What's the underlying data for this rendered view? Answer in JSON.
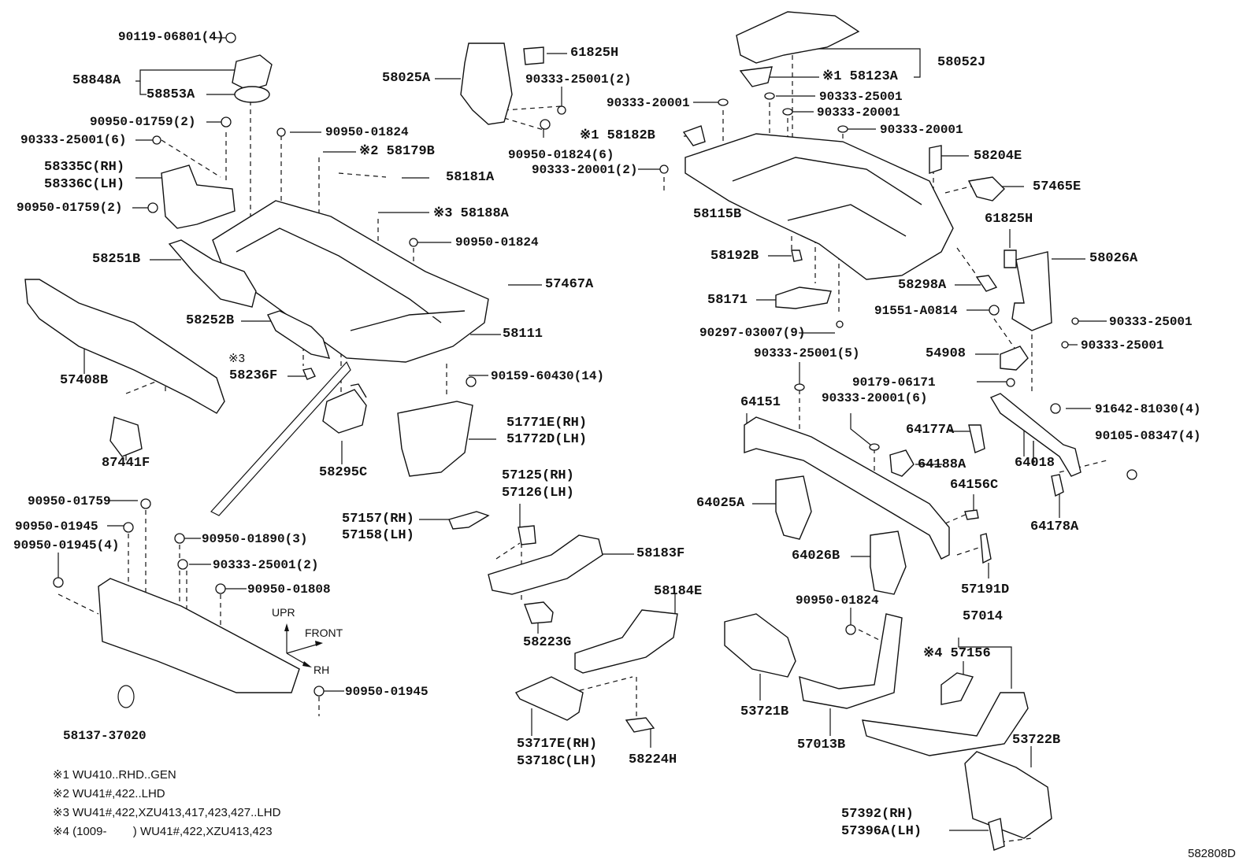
{
  "diagram": {
    "reference_code": "582808D",
    "labels": [
      {
        "id": "l01",
        "text": "90119-06801(4)"
      },
      {
        "id": "l02",
        "text": "58848A"
      },
      {
        "id": "l03",
        "text": "58853A"
      },
      {
        "id": "l04",
        "text": "90950-01759(2)"
      },
      {
        "id": "l05",
        "text": "90333-25001(6)"
      },
      {
        "id": "l06",
        "text": "58335C(RH)"
      },
      {
        "id": "l07",
        "text": "58336C(LH)"
      },
      {
        "id": "l08",
        "text": "90950-01759(2)"
      },
      {
        "id": "l09",
        "text": "90950-01824"
      },
      {
        "id": "l10",
        "text": "※2 58179B"
      },
      {
        "id": "l11",
        "text": "58181A"
      },
      {
        "id": "l12",
        "text": "※3 58188A"
      },
      {
        "id": "l13",
        "text": "90950-01824"
      },
      {
        "id": "l14",
        "text": "57467A"
      },
      {
        "id": "l15",
        "text": "58111"
      },
      {
        "id": "l16",
        "text": "58251B"
      },
      {
        "id": "l17",
        "text": "58252B"
      },
      {
        "id": "l18",
        "text": "※3"
      },
      {
        "id": "l19",
        "text": "58236F"
      },
      {
        "id": "l20",
        "text": "57408B"
      },
      {
        "id": "l21",
        "text": "87441F"
      },
      {
        "id": "l22",
        "text": "58295C"
      },
      {
        "id": "l23",
        "text": "58025A"
      },
      {
        "id": "l24",
        "text": "61825H"
      },
      {
        "id": "l25",
        "text": "90333-25001(2)"
      },
      {
        "id": "l26",
        "text": "90950-01824(6)"
      },
      {
        "id": "l27",
        "text": "90333-20001(2)"
      },
      {
        "id": "l28",
        "text": "90333-20001"
      },
      {
        "id": "l29",
        "text": "※1 58182B"
      },
      {
        "id": "l30",
        "text": "58052J"
      },
      {
        "id": "l31",
        "text": "※1 58123A"
      },
      {
        "id": "l32",
        "text": "90333-25001"
      },
      {
        "id": "l33",
        "text": "90333-20001"
      },
      {
        "id": "l34",
        "text": "90333-20001"
      },
      {
        "id": "l35",
        "text": "58204E"
      },
      {
        "id": "l36",
        "text": "57465E"
      },
      {
        "id": "l37",
        "text": "58115B"
      },
      {
        "id": "l38",
        "text": "61825H"
      },
      {
        "id": "l39",
        "text": "58026A"
      },
      {
        "id": "l40",
        "text": "58192B"
      },
      {
        "id": "l41",
        "text": "58298A"
      },
      {
        "id": "l42",
        "text": "58171"
      },
      {
        "id": "l43",
        "text": "91551-A0814"
      },
      {
        "id": "l44",
        "text": "90333-25001"
      },
      {
        "id": "l45",
        "text": "90297-03007(9)"
      },
      {
        "id": "l46",
        "text": "90333-25001"
      },
      {
        "id": "l47",
        "text": "90333-25001(5)"
      },
      {
        "id": "l48",
        "text": "54908"
      },
      {
        "id": "l49",
        "text": "90179-06171"
      },
      {
        "id": "l50",
        "text": "64151"
      },
      {
        "id": "l51",
        "text": "90333-20001(6)"
      },
      {
        "id": "l52",
        "text": "91642-81030(4)"
      },
      {
        "id": "l53",
        "text": "64177A"
      },
      {
        "id": "l54",
        "text": "90105-08347(4)"
      },
      {
        "id": "l55",
        "text": "64018"
      },
      {
        "id": "l56",
        "text": "64188A"
      },
      {
        "id": "l57",
        "text": "64156C"
      },
      {
        "id": "l58",
        "text": "64025A"
      },
      {
        "id": "l59",
        "text": "64178A"
      },
      {
        "id": "l60",
        "text": "64026B"
      },
      {
        "id": "l61",
        "text": "57191D"
      },
      {
        "id": "l62",
        "text": "90159-60430(14)"
      },
      {
        "id": "l63",
        "text": "51771E(RH)"
      },
      {
        "id": "l64",
        "text": "51772D(LH)"
      },
      {
        "id": "l65",
        "text": "57125(RH)"
      },
      {
        "id": "l66",
        "text": "57126(LH)"
      },
      {
        "id": "l67",
        "text": "57157(RH)"
      },
      {
        "id": "l68",
        "text": "57158(LH)"
      },
      {
        "id": "l69",
        "text": "58183F"
      },
      {
        "id": "l70",
        "text": "58184E"
      },
      {
        "id": "l71",
        "text": "58223G"
      },
      {
        "id": "l72",
        "text": "53717E(RH)"
      },
      {
        "id": "l73",
        "text": "53718C(LH)"
      },
      {
        "id": "l74",
        "text": "58224H"
      },
      {
        "id": "l75",
        "text": "90950-01759"
      },
      {
        "id": "l76",
        "text": "90950-01945"
      },
      {
        "id": "l77",
        "text": "90950-01945(4)"
      },
      {
        "id": "l78",
        "text": "90950-01890(3)"
      },
      {
        "id": "l79",
        "text": "90333-25001(2)"
      },
      {
        "id": "l80",
        "text": "90950-01808"
      },
      {
        "id": "l81",
        "text": "90950-01945"
      },
      {
        "id": "l82",
        "text": "58137-37020"
      },
      {
        "id": "l83",
        "text": "90950-01824"
      },
      {
        "id": "l84",
        "text": "57014"
      },
      {
        "id": "l85",
        "text": "※4 57156"
      },
      {
        "id": "l86",
        "text": "53721B"
      },
      {
        "id": "l87",
        "text": "57013B"
      },
      {
        "id": "l88",
        "text": "53722B"
      },
      {
        "id": "l89",
        "text": "57392(RH)"
      },
      {
        "id": "l90",
        "text": "57396A(LH)"
      }
    ],
    "direction_indicator": {
      "up": "UPR",
      "front": "FRONT",
      "side": "RH"
    },
    "footnotes": [
      "※1 WU410..RHD..GEN",
      "※2 WU41#,422..LHD",
      "※3 WU41#,422,XZU413,417,423,427..LHD",
      "※4 (1009-        ) WU41#,422,XZU413,423"
    ]
  }
}
